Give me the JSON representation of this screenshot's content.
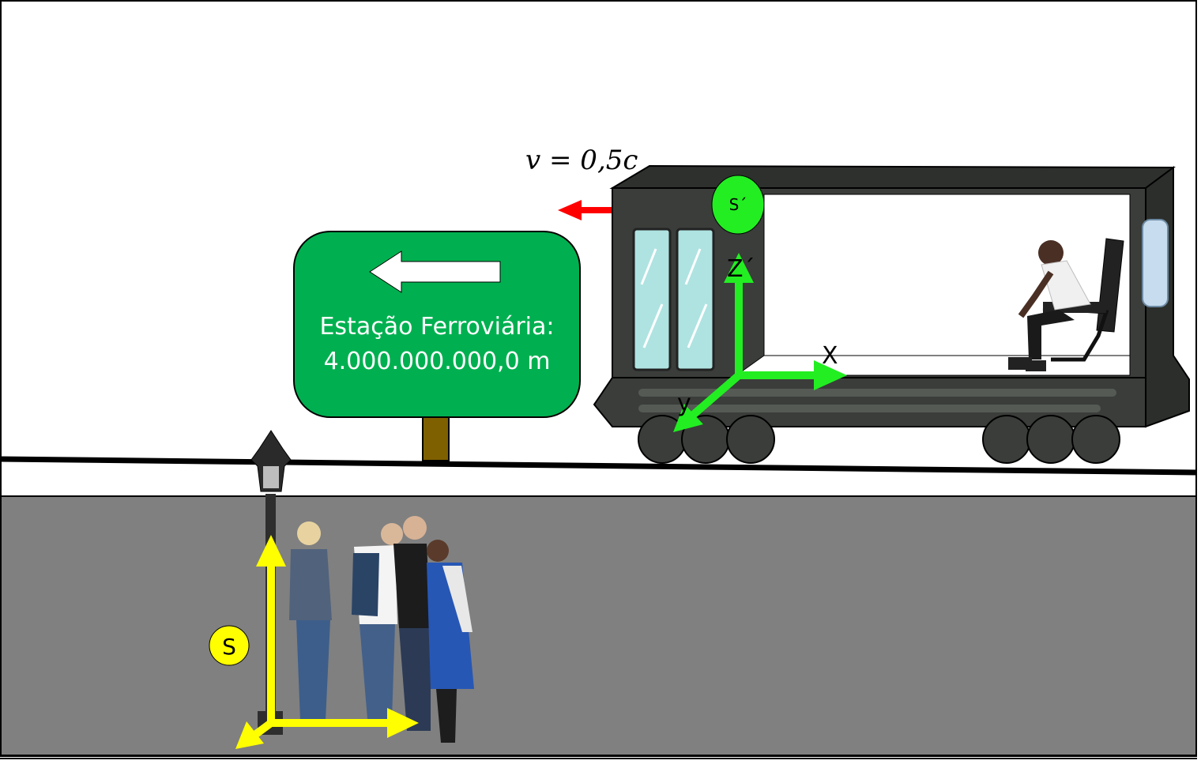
{
  "velocity_label": "v = 0,5c",
  "sign": {
    "line1": "Estação Ferroviária:",
    "line2": "4.000.000.000,0 m",
    "color": "#00b050"
  },
  "train_frame": {
    "badge": "S´",
    "axis_z": "Z´",
    "axis_x": "X",
    "axis_y": "y",
    "axis_color": "#22ee22"
  },
  "ground_frame": {
    "badge": "S",
    "axis_color": "#ffff00"
  },
  "colors": {
    "ground": "#808080",
    "velocity_arrow": "#ff0000",
    "train_body": "#3a3d3a"
  }
}
